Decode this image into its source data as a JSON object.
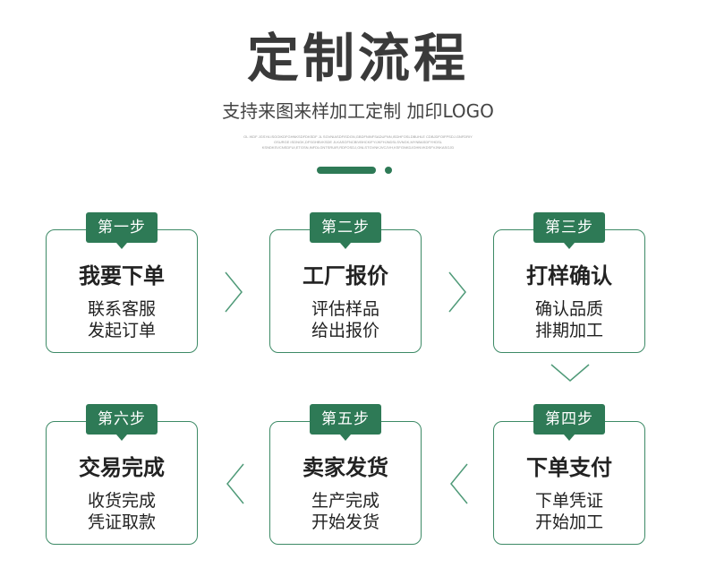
{
  "header": {
    "title": "定制流程",
    "subtitle": "支持来图来样加工定制 加印LOGO",
    "fine_print": [
      "OL IKDF JGSYA ISGOIKDFGHNKSDFDKSDF JL SGVNIASDFISDGN,GBDFNINFSADUFNN,ISDHFOSLDBUHLE CDBJDFOIFPSDJ.GNFDRIY",
      "OSURGE ISDNGK,DFSGHBVKSDE JLKASGFNCBIVBHCKIFYIJKFHJNDSLSVNGK,MYNBASDFYHDSL",
      "KSNDKSVCNSDFUI,ETGSN,INFDLGNTSRUIR,RDFOSDJ,GNLSTGVNKJVCJVH,KSFGNKDJGHNVKDSFVJNKASGJD"
    ]
  },
  "steps": [
    {
      "badge": "第一步",
      "title": "我要下单",
      "lines": [
        "联系客服",
        "发起订单"
      ]
    },
    {
      "badge": "第二步",
      "title": "工厂报价",
      "lines": [
        "评估样品",
        "给出报价"
      ]
    },
    {
      "badge": "第三步",
      "title": "打样确认",
      "lines": [
        "确认品质",
        "排期加工"
      ]
    },
    {
      "badge": "第四步",
      "title": "下单支付",
      "lines": [
        "下单凭证",
        "开始加工"
      ]
    },
    {
      "badge": "第五步",
      "title": "卖家发货",
      "lines": [
        "生产完成",
        "开始发货"
      ]
    },
    {
      "badge": "第六步",
      "title": "交易完成",
      "lines": [
        "收货完成",
        "凭证取款"
      ]
    }
  ],
  "colors": {
    "accent": "#2e7a56",
    "border": "#3d8a66",
    "arrow": "#4f9a78",
    "title": "#3a3a3a"
  },
  "icons": {
    "flow_right": "chevron-right-icon",
    "flow_down": "chevron-down-icon",
    "flow_left": "chevron-left-icon"
  }
}
